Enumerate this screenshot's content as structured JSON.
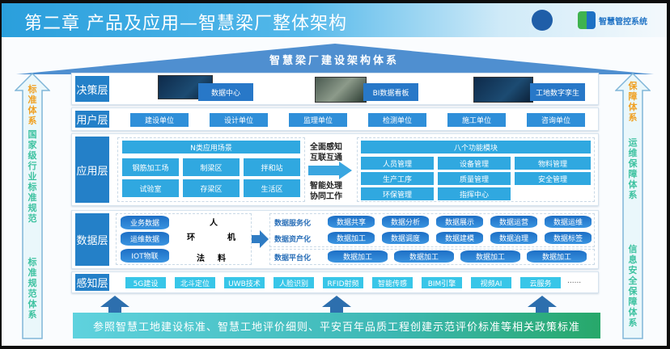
{
  "header": {
    "title": "第二章  产品及应用—智慧梁厂整体架构",
    "logo_text": "智慧管控系统"
  },
  "roof": {
    "title": "智慧梁厂建设架构体系"
  },
  "left_pillar": {
    "top": "标准体系",
    "middle": "国家级行业标准规范",
    "bottom": "标准规范体系"
  },
  "right_pillar": {
    "top": "保障体系",
    "middle": "运维保障体系",
    "bottom": "信息安全保障体系"
  },
  "decision": {
    "label": "决策层",
    "items": [
      "数据中心",
      "BI数据看板",
      "工地数字孪生"
    ]
  },
  "user": {
    "label": "用户层",
    "items": [
      "建设单位",
      "设计单位",
      "监理单位",
      "检测单位",
      "施工单位",
      "咨询单位"
    ]
  },
  "app": {
    "label": "应用层",
    "scenes_title": "N类应用场景",
    "scenes": [
      "钢筋加工场",
      "制梁区",
      "拌和站",
      "试验室",
      "存梁区",
      "生活区"
    ],
    "arrow_top": [
      "全面感知",
      "互联互通"
    ],
    "arrow_bottom": [
      "智能处理",
      "协同工作"
    ],
    "modules_title": "八个功能模块",
    "modules": [
      "人员管理",
      "设备管理",
      "物料管理",
      "生产工序",
      "质量管理",
      "安全管理",
      "环保管理",
      "指挥中心"
    ]
  },
  "data": {
    "label": "数据层",
    "sources": [
      "业务数据",
      "运维数据",
      "IOT物联"
    ],
    "elements": [
      "人",
      "机",
      "料",
      "法",
      "环"
    ],
    "rows": [
      {
        "name": "数据服务化",
        "items": [
          "数据共享",
          "数据分析",
          "数据展示",
          "数据运营",
          "数据运维"
        ]
      },
      {
        "name": "数据资产化",
        "items": [
          "数据加工",
          "数据调度",
          "数据建模",
          "数据治理",
          "数据标签"
        ]
      },
      {
        "name": "数据平台化",
        "items": [
          "数据加工",
          "数据加工",
          "数据加工",
          "数据加工"
        ]
      }
    ]
  },
  "sense": {
    "label": "感知层",
    "items": [
      "5G建设",
      "北斗定位",
      "UWB技术",
      "人脸识别",
      "RFID射频",
      "智能传感",
      "BIM引擎",
      "视频AI",
      "云服务"
    ],
    "more": "......"
  },
  "footer": {
    "text": "参照智慧工地建设标准、智慧工地评价细则、平安百年品质工程创建示范评价标准等相关政策标准"
  },
  "colors": {
    "primary": "#2480c8",
    "tile": "#30a8e0",
    "sense": "#38c6e8",
    "pillar_accent": "#f0a020",
    "pillar_text": "#3cc2a0"
  }
}
